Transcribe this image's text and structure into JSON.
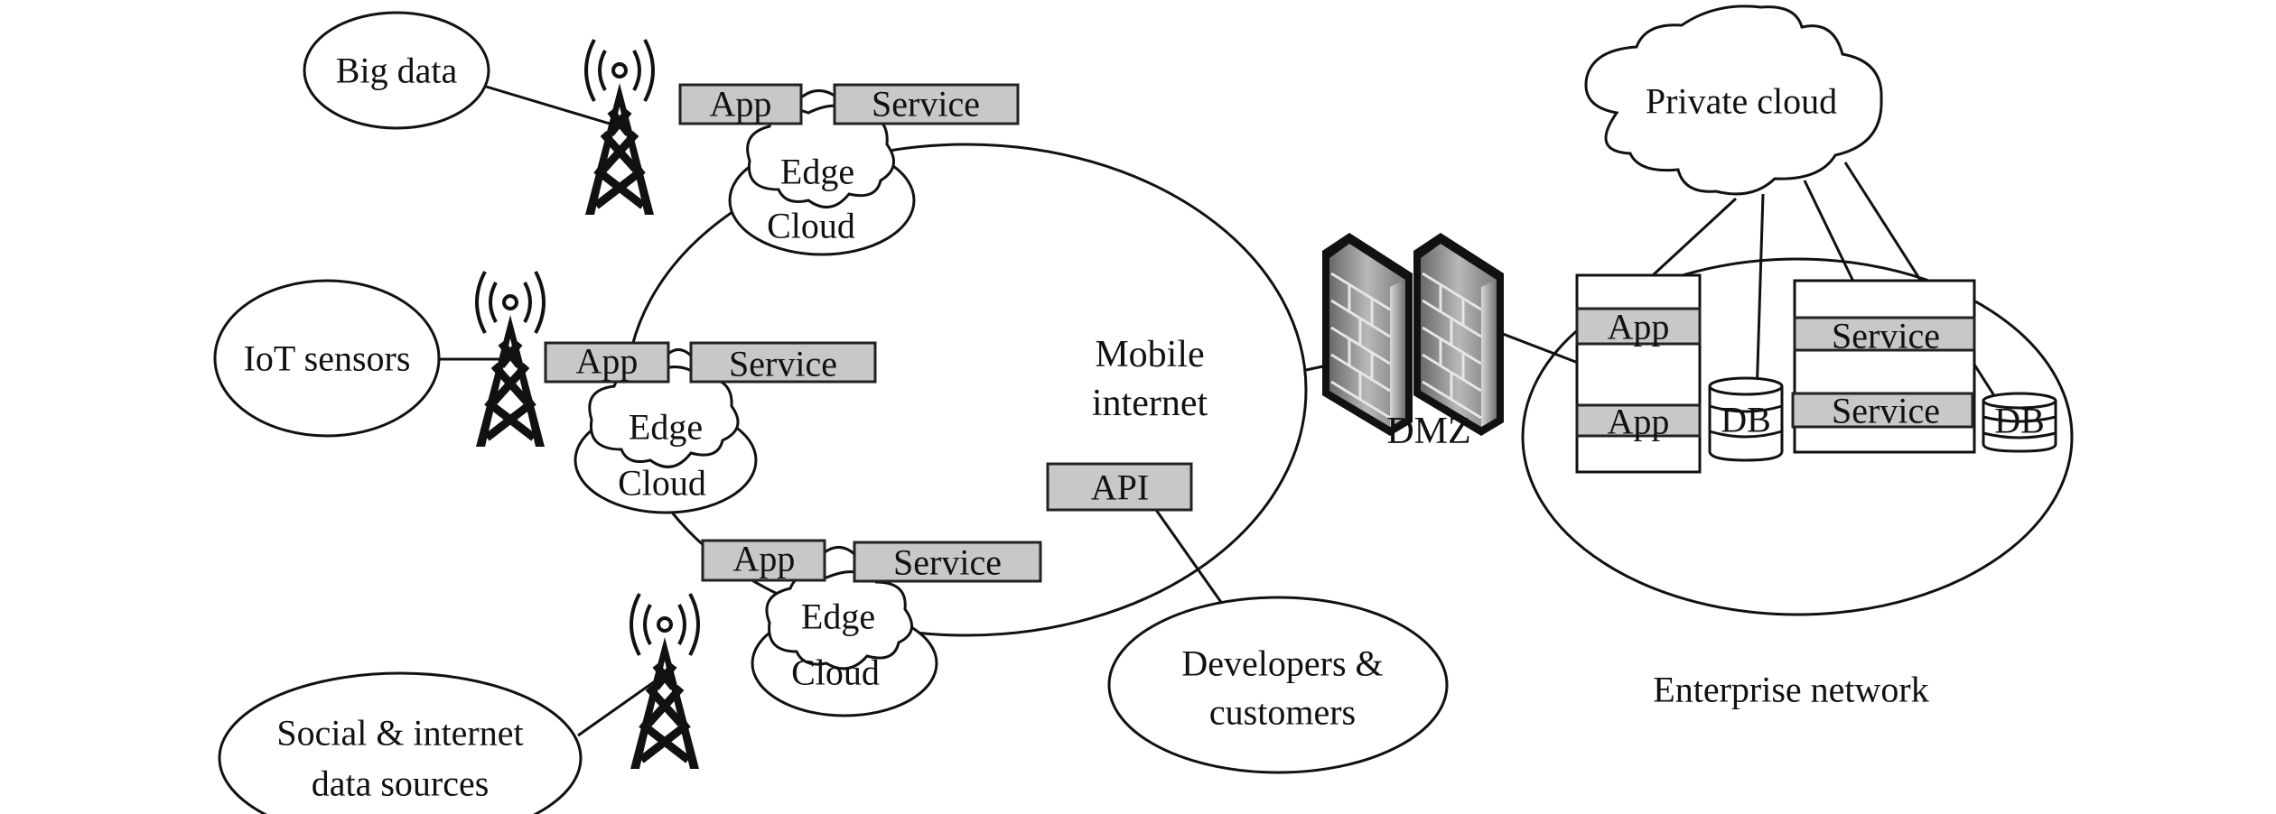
{
  "title": "Mobile internet, edge cloud and enterprise network architecture",
  "colors": {
    "line": "#111111",
    "box_fill": "#c8c8c8",
    "background": "#ffffff",
    "firewall_dark": "#555555",
    "firewall_light": "#bdbdbd"
  },
  "data_sources": [
    {
      "id": "big-data",
      "label": "Big data"
    },
    {
      "id": "iot-sensors",
      "label": "IoT sensors"
    },
    {
      "id": "social-sources",
      "label_line1": "Social & internet",
      "label_line2": "data sources"
    }
  ],
  "edge_nodes": [
    {
      "app": "App",
      "service": "Service",
      "cloud_line1": "Edge",
      "cloud_line2": "Cloud"
    },
    {
      "app": "App",
      "service": "Service",
      "cloud_line1": "Edge",
      "cloud_line2": "Cloud"
    },
    {
      "app": "App",
      "service": "Service",
      "cloud_line1": "Edge",
      "cloud_line2": "Cloud"
    }
  ],
  "mobile_internet": {
    "label_line1": "Mobile",
    "label_line2": "internet",
    "api": "API"
  },
  "developers": {
    "label_line1": "Developers &",
    "label_line2": "customers"
  },
  "dmz": {
    "label": "DMZ",
    "icon": "firewall-icon"
  },
  "private_cloud": {
    "label": "Private cloud"
  },
  "enterprise": {
    "label": "Enterprise network",
    "app_stack": [
      "App",
      "App"
    ],
    "service_stack": [
      "Service",
      "Service"
    ],
    "db_left": "DB",
    "db_right": "DB"
  },
  "icons": {
    "tower": "cell-tower-icon",
    "firewall": "firewall-icon",
    "database": "database-icon",
    "cloud": "cloud-icon"
  }
}
